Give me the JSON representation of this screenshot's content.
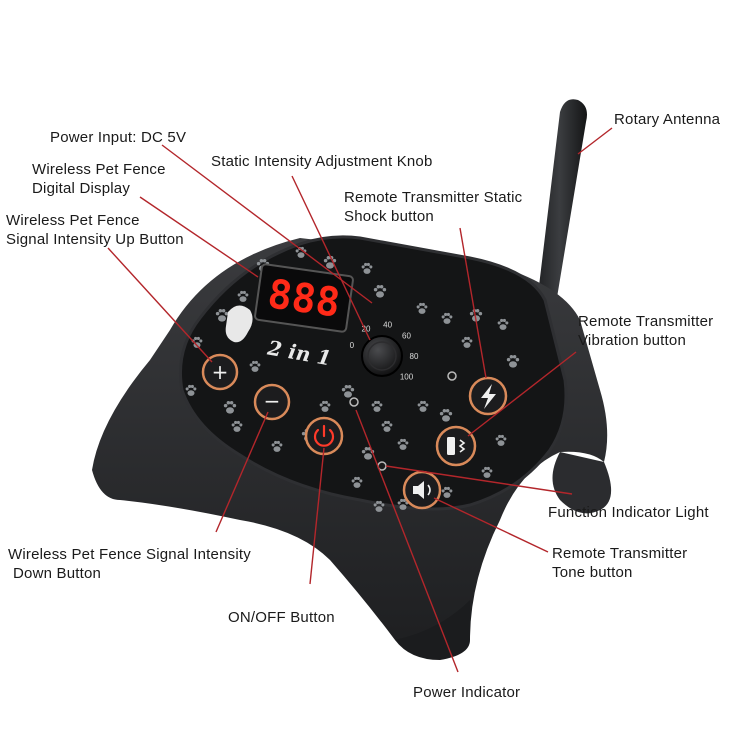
{
  "device": {
    "display_digits": "888",
    "brand_mark": "2 in 1",
    "knob_scale": [
      "0",
      "20",
      "40",
      "60",
      "80",
      "100"
    ],
    "colors": {
      "body": "#2a2b2d",
      "panel": "#151617",
      "ring": "#d98a5a",
      "leader": "#b3262b",
      "led": "#ff2a18",
      "paw": "#8e9296"
    }
  },
  "labels": {
    "power_input": "Power Input: DC 5V",
    "digital_display_line1": "Wireless Pet Fence",
    "digital_display_line2": "Digital Display",
    "signal_up_line1": "Wireless Pet Fence",
    "signal_up_line2": "Signal Intensity Up Button",
    "static_knob": "Static Intensity Adjustment Knob",
    "shock_line1": "Remote Transmitter Static",
    "shock_line2": "Shock button",
    "rotary_antenna": "Rotary Antenna",
    "vibration_line1": "Remote Transmitter",
    "vibration_line2": "Vibration button",
    "function_light": "Function Indicator Light",
    "tone_line1": "Remote Transmitter",
    "tone_line2": "Tone button",
    "signal_down_line1": "Wireless Pet Fence Signal Intensity",
    "signal_down_line2": "Down Button",
    "onoff": "ON/OFF Button",
    "power_indicator": "Power Indicator"
  }
}
